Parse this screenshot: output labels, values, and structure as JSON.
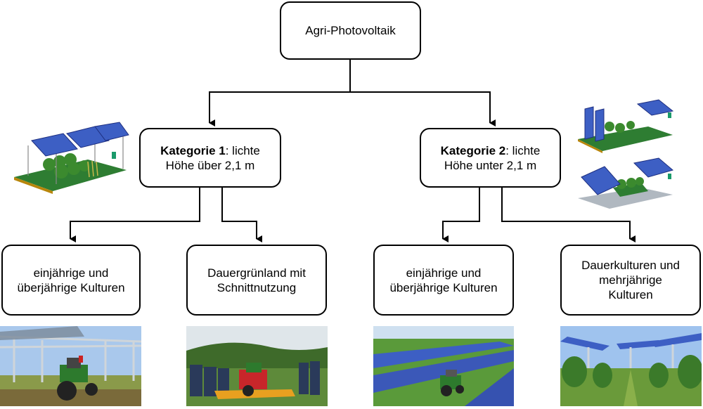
{
  "root": {
    "label": "Agri-Photovoltaik"
  },
  "categories": [
    {
      "bold": "Kategorie 1",
      "rest": ": lichte",
      "line2": "Höhe über 2,1 m"
    },
    {
      "bold": "Kategorie 2",
      "rest": ": lichte",
      "line2": "Höhe unter 2,1 m"
    }
  ],
  "leaves": [
    {
      "line1": "einjährige und",
      "line2": "überjährige Kulturen",
      "line3": ""
    },
    {
      "line1": "Dauergrünland mit",
      "line2": "Schnittnutzung",
      "line3": ""
    },
    {
      "line1": "einjährige und",
      "line2": "überjährige Kulturen",
      "line3": ""
    },
    {
      "line1": "Dauerkulturen und",
      "line2": "mehrjährige",
      "line3": "Kulturen"
    }
  ],
  "colors": {
    "stroke": "#000000",
    "panel": "#3d5fc4",
    "ground": "#2e7d32",
    "sky": "#a9c8ec"
  },
  "icons": [
    "arrow-icon"
  ]
}
